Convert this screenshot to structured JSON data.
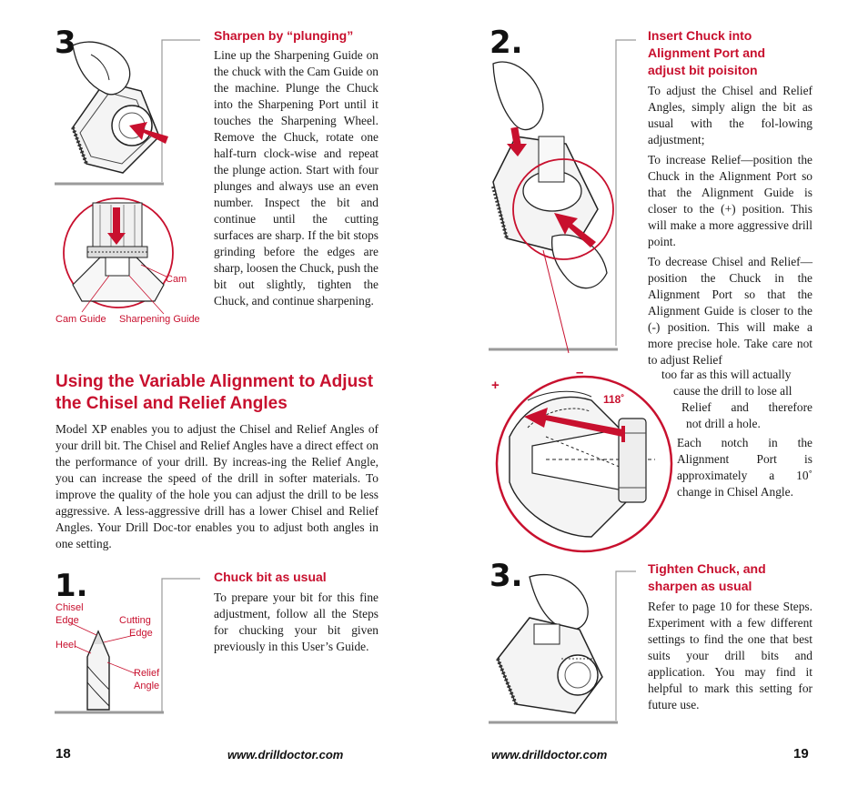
{
  "left": {
    "step3": {
      "number": "3.",
      "heading": "Sharpen by “plunging”",
      "text": "Line up the Sharpening Guide on the chuck with the Cam Guide on the machine. Plunge the Chuck into the Sharpening Port until it touches the Sharpening Wheel. Remove the Chuck, rotate one half-turn clock-wise and repeat the plunge action. Start with four plunges and always use an even number. Inspect the bit and continue until the cutting surfaces are sharp. If the bit stops grinding before the edges are sharp, loosen the Chuck, push the bit out slightly, tighten the Chuck, and continue sharpening.",
      "labels": {
        "cam": "Cam",
        "cam_guide": "Cam Guide",
        "sharpening_guide": "Sharpening Guide"
      }
    },
    "section": {
      "title_line1": "Using the Variable Alignment to Adjust",
      "title_line2": "the Chisel and Relief Angles",
      "text": "Model XP enables you to adjust the Chisel and Relief Angles of your drill bit. The Chisel and Relief Angles have a direct effect on the performance of your drill. By increas-ing the Relief Angle, you can increase the speed of the drill in softer materials. To improve the quality of the hole you can adjust the drill to be less aggressive. A less-aggressive drill has a lower Chisel and Relief Angles. Your Drill Doc-tor enables you to adjust both angles in one setting."
    },
    "step1": {
      "number": "1.",
      "heading": "Chuck bit as usual",
      "text": "To prepare your bit for this fine adjustment, follow all the Steps for chucking your bit given previously in this User’s Guide.",
      "labels": {
        "chisel": "Chisel",
        "edge": "Edge",
        "cutting": "Cutting",
        "cutting_edge": "Edge",
        "heel": "Heel",
        "relief": "Relief",
        "angle": "Angle"
      }
    },
    "page_number": "18",
    "website": "www.drilldoctor.com"
  },
  "right": {
    "step2": {
      "number": "2.",
      "heading_line1": "Insert Chuck into",
      "heading_line2": "Alignment Port and",
      "heading_line3": "adjust bit poisiton",
      "para1": "To adjust the Chisel and Relief Angles, simply align the bit as usual with the fol-lowing adjustment;",
      "para2": "To increase Relief—position the Chuck in the Alignment Port so that the Alignment Guide is closer to the (+) position. This will make a more aggressive drill point.",
      "para3_a": "To decrease Chisel and Relief—position the Chuck in the Alignment Port so that the Alignment Guide is closer to the (-) position. This will make a more precise hole. Take care not to adjust Relief",
      "para3_b1": "too far as this will actually",
      "para3_b2": "cause the drill to lose all",
      "para3_b3": "Relief and therefore",
      "para3_b4": "not drill a hole.",
      "para4": "Each notch in the Alignment Port is approximately a 10˚ change in Chisel Angle.",
      "labels": {
        "plus": "+",
        "minus": "–",
        "angle": "118˚"
      }
    },
    "step3": {
      "number": "3.",
      "heading_line1": "Tighten Chuck, and",
      "heading_line2": "sharpen as usual",
      "text": "Refer to page 10 for these Steps. Experiment with a few different settings to find the one that best suits your drill bits and application. You may find it helpful to mark this setting for future use."
    },
    "page_number": "19",
    "website": "www.drilldoctor.com"
  },
  "colors": {
    "accent": "#c8102e",
    "text": "#1a1a1a",
    "rule": "#9a9a9a"
  }
}
